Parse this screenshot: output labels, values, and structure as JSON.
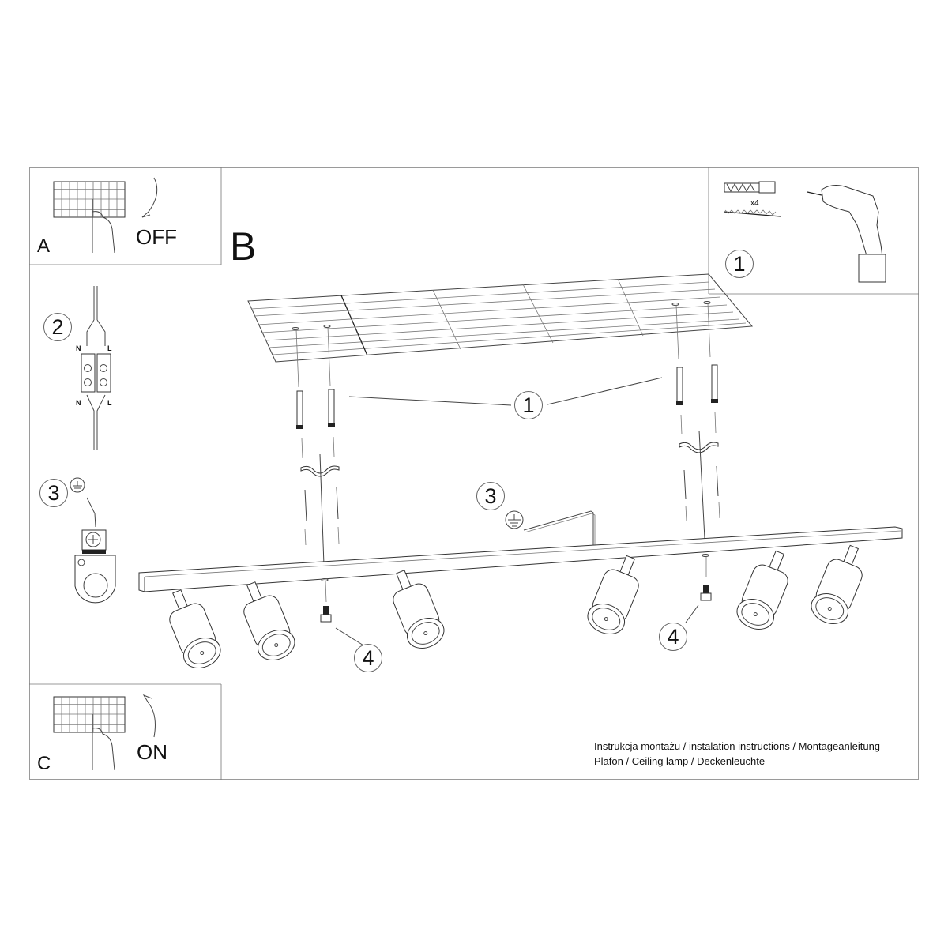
{
  "document": {
    "type": "installation instructions sheet",
    "product": "Ceiling lamp (6-spot rail)",
    "background": "#ffffff",
    "line_color": "#444444",
    "border_color": "#9a9a9a"
  },
  "panels": {
    "a": {
      "letter": "A",
      "state_label": "OFF",
      "icon": "circuit-breaker-off-icon",
      "arrow": "arrow-down"
    },
    "c": {
      "letter": "C",
      "state_label": "ON",
      "icon": "circuit-breaker-on-icon",
      "arrow": "arrow-up"
    },
    "b": {
      "letter": "B"
    },
    "tools": {
      "step": "1",
      "quantity_label": "x4",
      "items": [
        "wall-plug",
        "screw",
        "drill"
      ]
    }
  },
  "steps_sidebar": [
    {
      "number": "2",
      "title": "wire connection",
      "labels": {
        "top_left": "N",
        "top_right": "L",
        "bottom_left": "N",
        "bottom_right": "L"
      }
    },
    {
      "number": "3",
      "title": "earth connection",
      "symbol": "earth-ground"
    }
  ],
  "callouts": [
    {
      "number": "1",
      "target": "wall plugs"
    },
    {
      "number": "3",
      "target": "earth wire"
    },
    {
      "number": "4",
      "target": "left fixing screw"
    },
    {
      "number": "4",
      "target": "right fixing screw"
    }
  ],
  "lamp": {
    "spot_count": 6,
    "mounting_brackets": 2
  },
  "caption": {
    "line1": "Instrukcja montażu / instalation instructions / Montageanleitung",
    "line2": "Plafon / Ceiling lamp / Deckenleuchte"
  }
}
